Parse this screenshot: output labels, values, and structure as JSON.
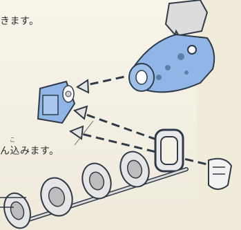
{
  "captions": {
    "top": "きます。",
    "middle": "ん込みます。",
    "ruby": "こ"
  },
  "colors": {
    "part_blue": "#8fb6e6",
    "outline": "#2e3a47",
    "arrow_gray": "#d8d8d8"
  }
}
